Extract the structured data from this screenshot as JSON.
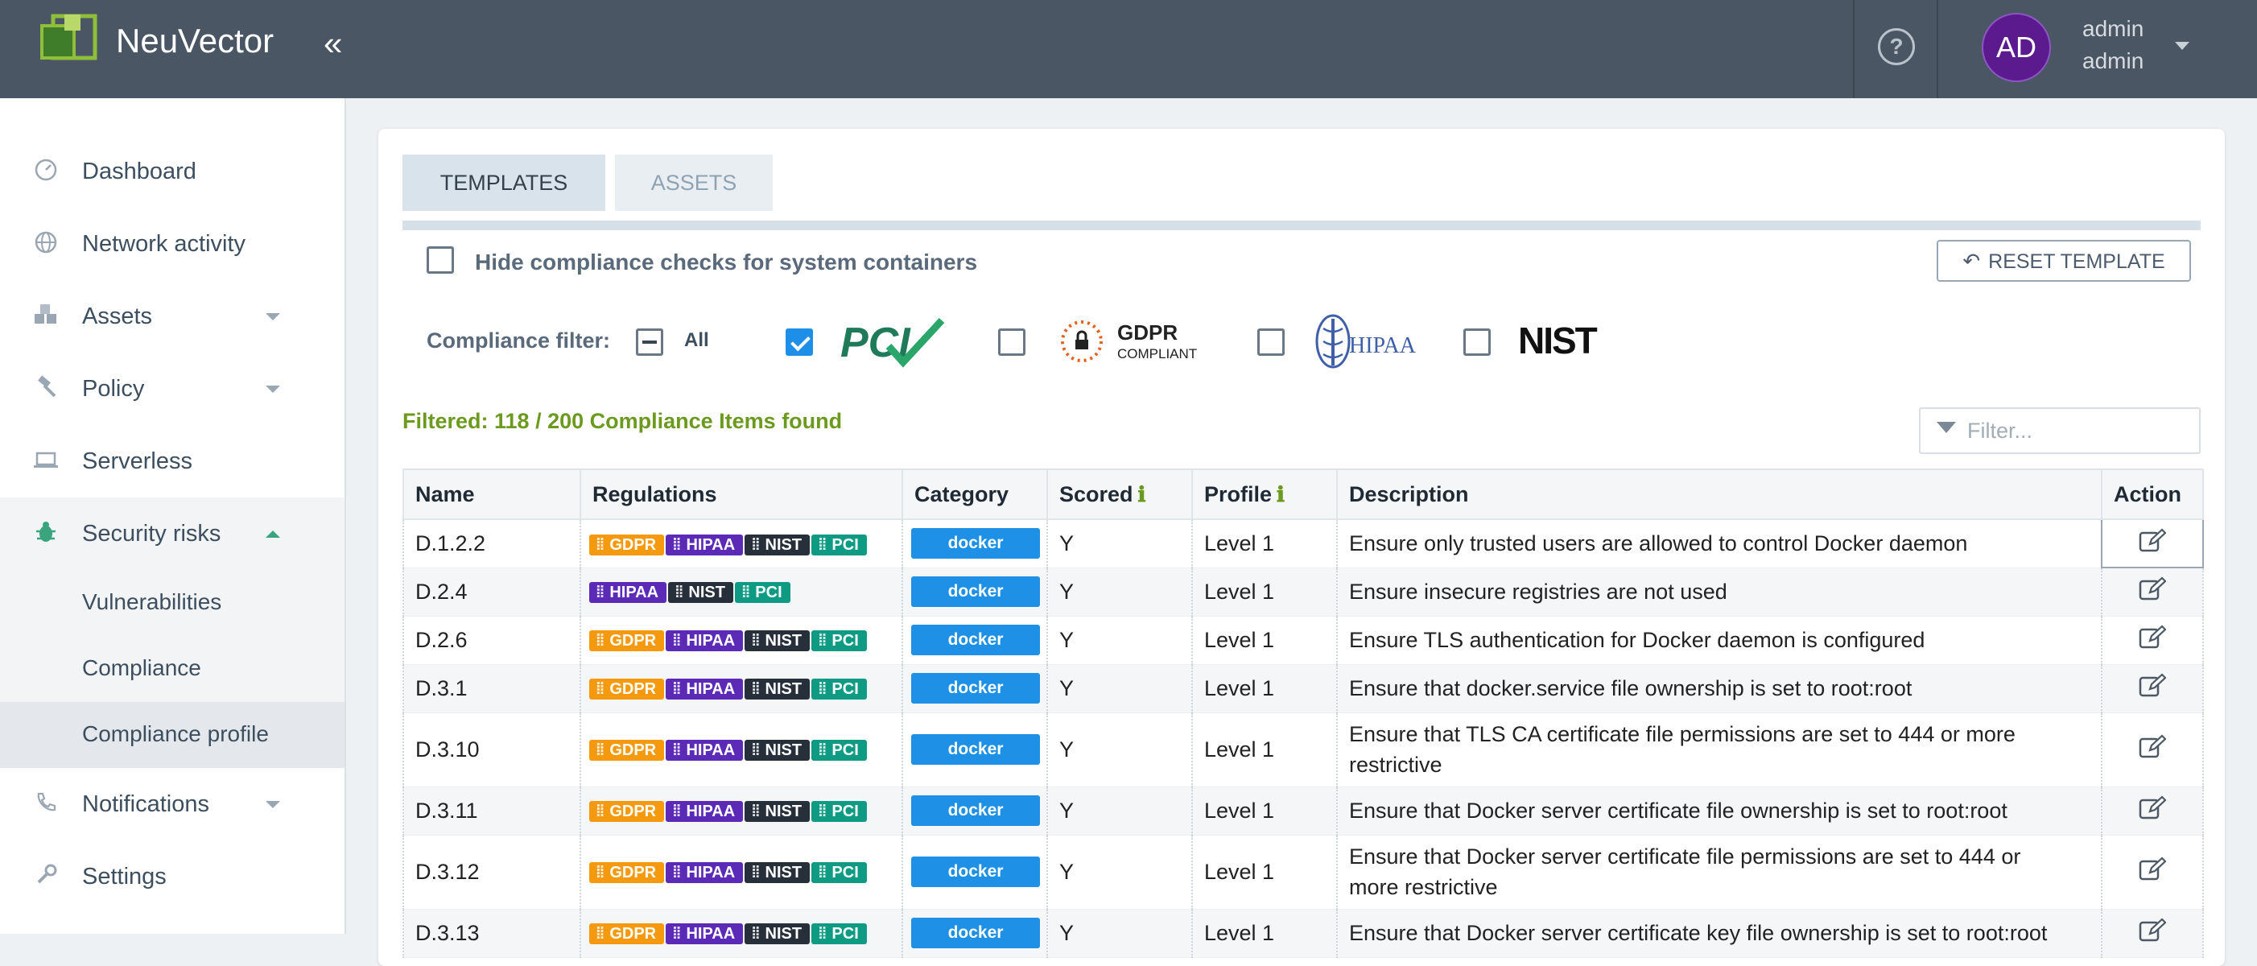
{
  "header": {
    "app_name": "NeuVector",
    "help_icon": "question-circle-icon",
    "avatar_initials": "AD",
    "user_name": "admin",
    "user_role": "admin"
  },
  "sidebar": {
    "items": [
      {
        "label": "Dashboard",
        "icon": "dashboard-icon"
      },
      {
        "label": "Network activity",
        "icon": "globe-icon"
      },
      {
        "label": "Assets",
        "icon": "cubes-icon"
      },
      {
        "label": "Policy",
        "icon": "gavel-icon"
      },
      {
        "label": "Serverless",
        "icon": "laptop-icon"
      },
      {
        "label": "Security risks",
        "icon": "bug-icon"
      },
      {
        "label": "Notifications",
        "icon": "phone-icon"
      },
      {
        "label": "Settings",
        "icon": "wrench-icon"
      }
    ],
    "sub_items": [
      "Vulnerabilities",
      "Compliance",
      "Compliance profile"
    ]
  },
  "tabs": [
    "TEMPLATES",
    "ASSETS"
  ],
  "toolbar": {
    "hide_label": "Hide compliance checks for system containers",
    "reset_label": "RESET TEMPLATE"
  },
  "compliance_filter": {
    "label": "Compliance filter:",
    "all_label": "All",
    "pci_logo": "PCI",
    "gdpr_logo_main": "GDPR",
    "gdpr_logo_sub": "COMPLIANT",
    "hipaa_logo": "HIPAA",
    "nist_logo": "NIST"
  },
  "summary": {
    "filtered_text": "Filtered: 118 / 200 Compliance Items found",
    "filter_placeholder": "Filter..."
  },
  "table": {
    "columns": [
      "Name",
      "Regulations",
      "Category",
      "Scored",
      "Profile",
      "Description",
      "Action"
    ],
    "rows": [
      {
        "name": "D.1.2.2",
        "regs": [
          "GDPR",
          "HIPAA",
          "NIST",
          "PCI"
        ],
        "category": "docker",
        "scored": "Y",
        "profile": "Level 1",
        "description": "Ensure only trusted users are allowed to control Docker daemon"
      },
      {
        "name": "D.2.4",
        "regs": [
          "HIPAA",
          "NIST",
          "PCI"
        ],
        "category": "docker",
        "scored": "Y",
        "profile": "Level 1",
        "description": "Ensure insecure registries are not used"
      },
      {
        "name": "D.2.6",
        "regs": [
          "GDPR",
          "HIPAA",
          "NIST",
          "PCI"
        ],
        "category": "docker",
        "scored": "Y",
        "profile": "Level 1",
        "description": "Ensure TLS authentication for Docker daemon is configured"
      },
      {
        "name": "D.3.1",
        "regs": [
          "GDPR",
          "HIPAA",
          "NIST",
          "PCI"
        ],
        "category": "docker",
        "scored": "Y",
        "profile": "Level 1",
        "description": "Ensure that docker.service file ownership is set to root:root"
      },
      {
        "name": "D.3.10",
        "regs": [
          "GDPR",
          "HIPAA",
          "NIST",
          "PCI"
        ],
        "category": "docker",
        "scored": "Y",
        "profile": "Level 1",
        "description": "Ensure that TLS CA certificate file permissions are set to 444 or more restrictive"
      },
      {
        "name": "D.3.11",
        "regs": [
          "GDPR",
          "HIPAA",
          "NIST",
          "PCI"
        ],
        "category": "docker",
        "scored": "Y",
        "profile": "Level 1",
        "description": "Ensure that Docker server certificate file ownership is set to root:root"
      },
      {
        "name": "D.3.12",
        "regs": [
          "GDPR",
          "HIPAA",
          "NIST",
          "PCI"
        ],
        "category": "docker",
        "scored": "Y",
        "profile": "Level 1",
        "description": "Ensure that Docker server certificate file permissions are set to 444 or more restrictive"
      },
      {
        "name": "D.3.13",
        "regs": [
          "GDPR",
          "HIPAA",
          "NIST",
          "PCI"
        ],
        "category": "docker",
        "scored": "Y",
        "profile": "Level 1",
        "description": "Ensure that Docker server certificate key file ownership is set to root:root"
      }
    ]
  },
  "colors": {
    "topbar": "#4a5663",
    "accent_green": "#6b9a1f",
    "gdpr": "#f59a0f",
    "hipaa": "#5b2bb8",
    "nist": "#27303a",
    "pci": "#0f9a83",
    "docker": "#1e90e6"
  }
}
